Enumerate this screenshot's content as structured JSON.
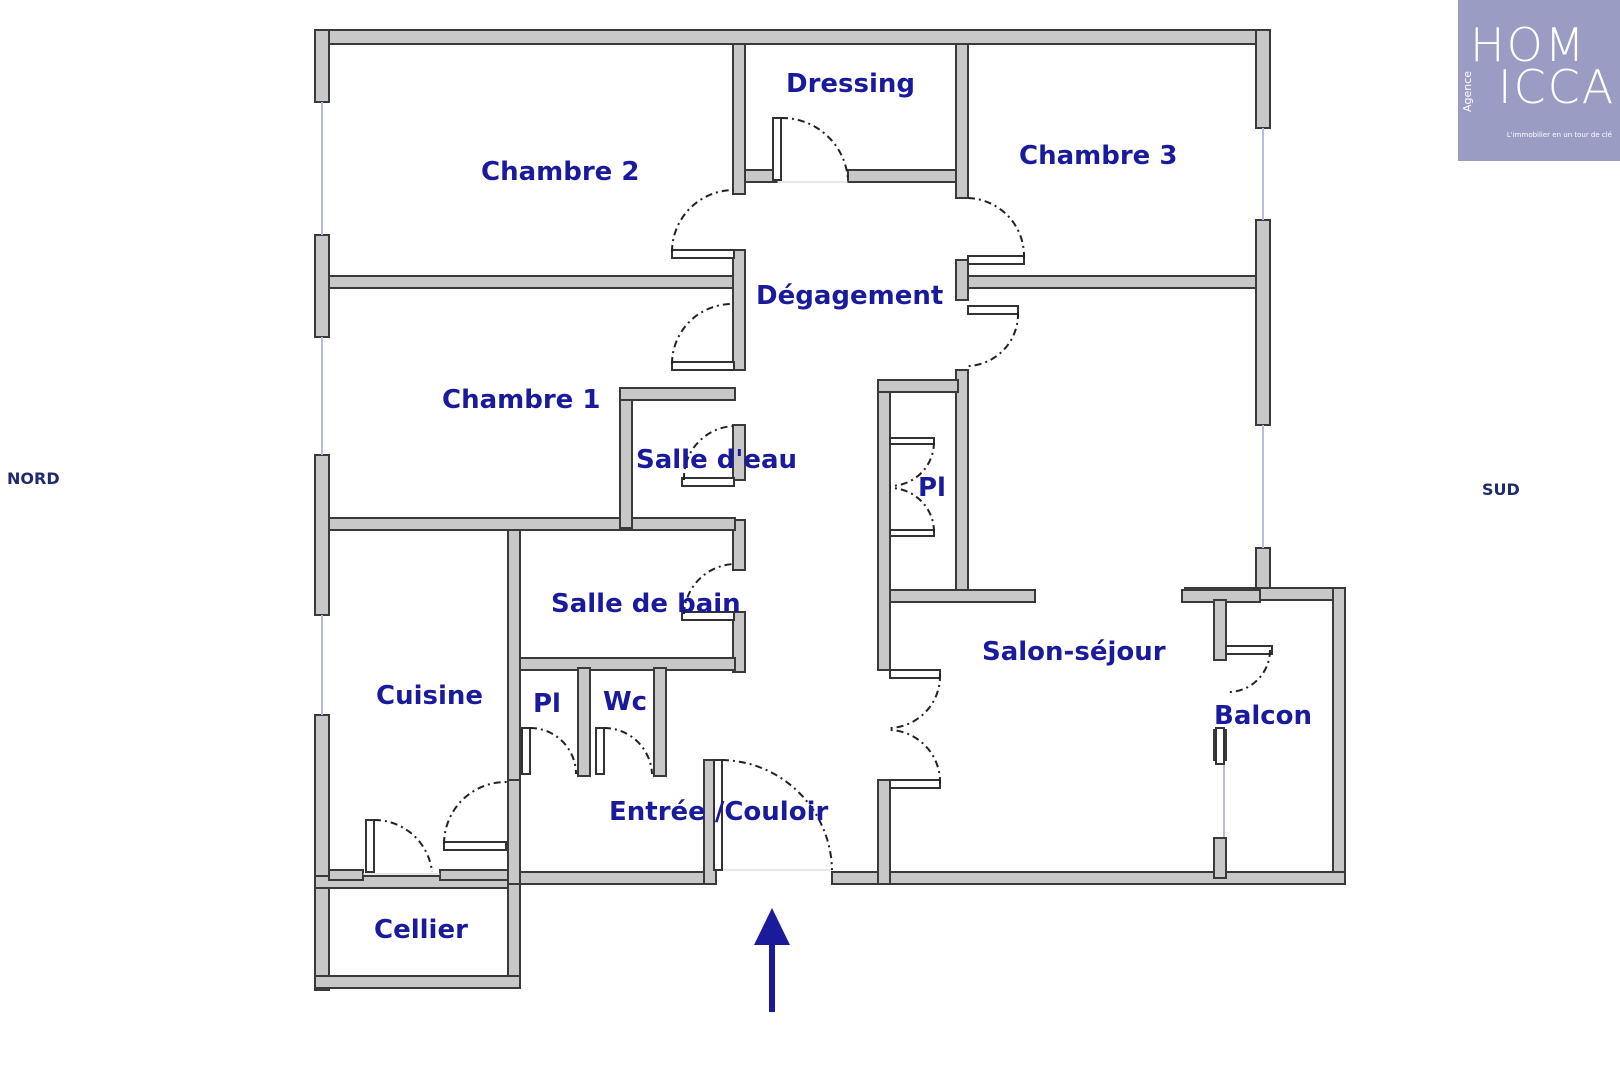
{
  "rooms": {
    "dressing": "Dressing",
    "chambre2": "Chambre 2",
    "chambre3": "Chambre 3",
    "degagement": "Dégagement",
    "chambre1": "Chambre 1",
    "salle_deau": "Salle d'eau",
    "placard_couloir": "Pl",
    "salle_de_bain": "Salle de bain",
    "salon_sejour": "Salon-séjour",
    "cuisine": "Cuisine",
    "placard_entree": "Pl",
    "wc": "Wc",
    "balcon": "Balcon",
    "entree_couloir": "Entrée /Couloir",
    "cellier": "Cellier"
  },
  "orientation": {
    "west": "NORD",
    "east": "SUD"
  },
  "logo": {
    "line1": "HOM",
    "line2": "ICCA",
    "vertical": "Agence",
    "tagline": "L'immobilier en un tour de clé"
  },
  "colors": {
    "labels": "#1a1a9c",
    "walls": "#c8c8c8",
    "logo_background": "#9a9cc4",
    "entrance_arrow": "#1a1a9c"
  }
}
